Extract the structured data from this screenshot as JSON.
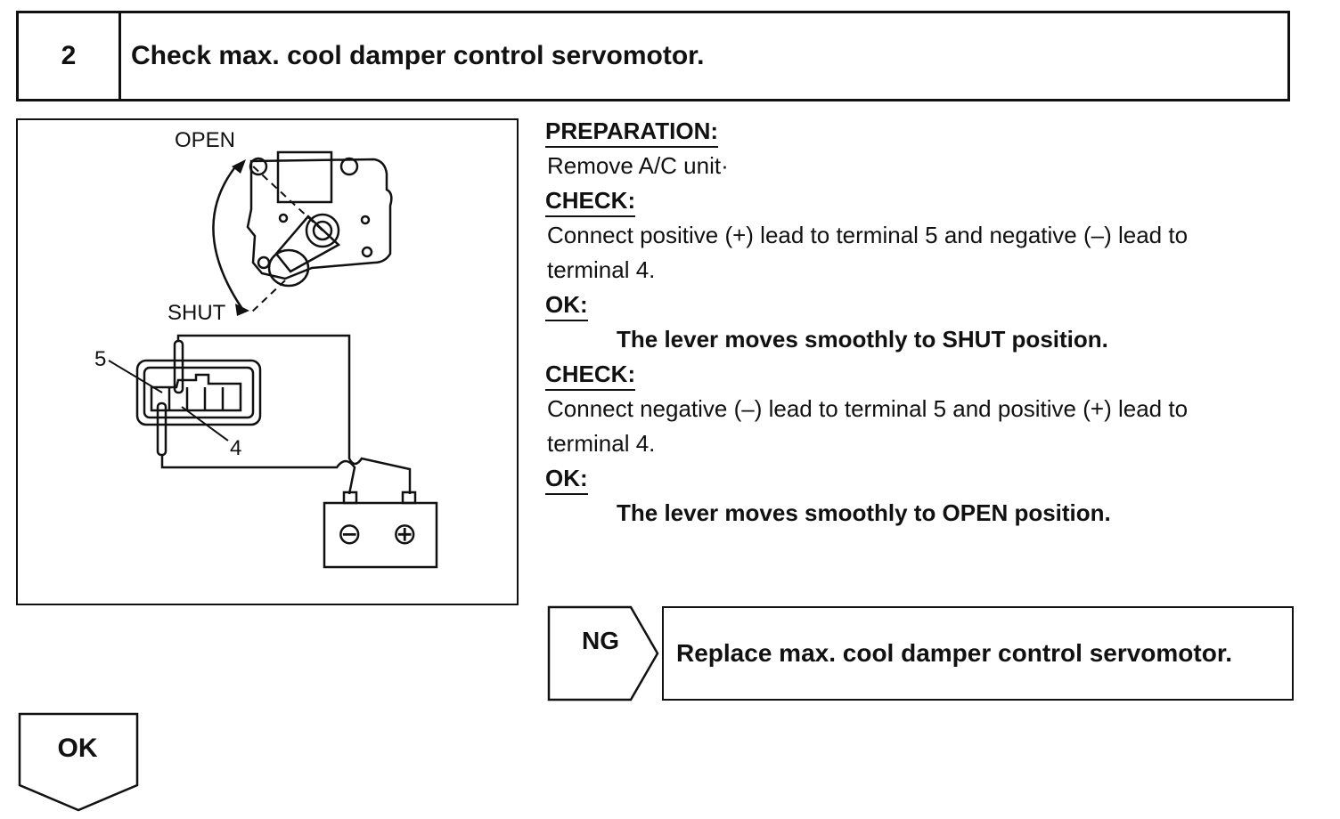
{
  "step": {
    "number": "2",
    "title": "Check max. cool damper control servomotor."
  },
  "figure": {
    "labels": {
      "open": "OPEN",
      "shut": "SHUT",
      "terminal_5": "5",
      "terminal_4": "4",
      "battery_negative": "⊖",
      "battery_positive": "⊕"
    }
  },
  "instructions": {
    "preparation_heading": "PREPARATION:",
    "preparation_text": "Remove A/C unit·",
    "check1_heading": "CHECK:",
    "check1_text_line1": "Connect positive (+) lead to terminal 5 and negative (–) lead to",
    "check1_text_line2": "terminal 4.",
    "ok1_heading": "OK:",
    "ok1_result": "The lever moves smoothly to SHUT position.",
    "check2_heading": "CHECK:",
    "check2_text_line1": "Connect negative (–) lead to terminal 5 and positive (+) lead to",
    "check2_text_line2": "terminal 4.",
    "ok2_heading": "OK:",
    "ok2_result": "The lever moves smoothly to OPEN position."
  },
  "ng_branch": {
    "label": "NG",
    "action": "Replace max. cool damper control servomotor."
  },
  "ok_branch": {
    "label": "OK"
  }
}
